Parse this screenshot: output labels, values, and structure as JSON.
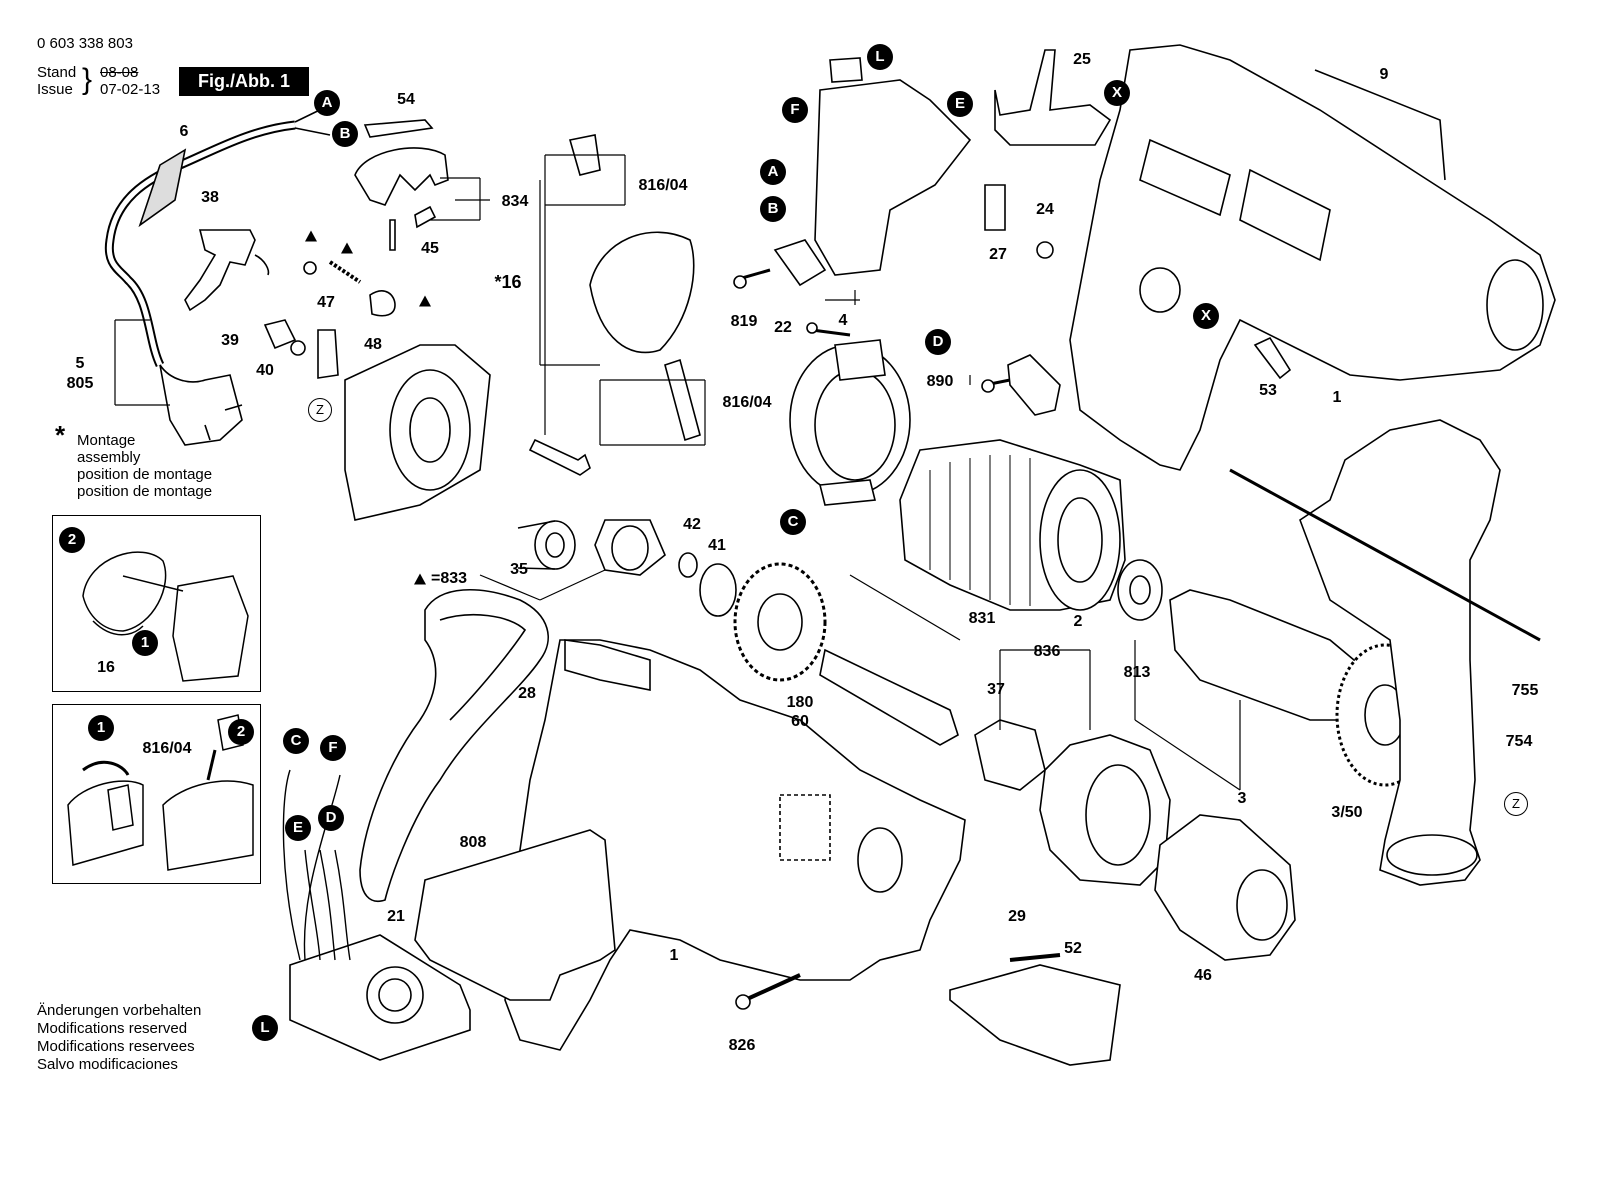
{
  "header": {
    "part_number": "0 603 338 803",
    "stand_label": "Stand",
    "stand_date": "08-08",
    "issue_label": "Issue",
    "issue_date": "07-02-13",
    "figure_label": "Fig./Abb. 1"
  },
  "montage_note": {
    "symbol": "*",
    "lines": [
      "Montage",
      "assembly",
      "position de montage",
      "position de montage"
    ]
  },
  "modifications_note": {
    "lines": [
      "Änderungen vorbehalten",
      "Modifications reserved",
      "Modifications reservees",
      "Salvo modificaciones"
    ]
  },
  "part_numbers": {
    "p1a": "1",
    "p1b": "1",
    "p2": "2",
    "p3": "3",
    "p3_50": "3/50",
    "p4": "4",
    "p5": "5",
    "p805": "805",
    "p6": "6",
    "p9": "9",
    "p16": "16",
    "p16_star": "*16",
    "p21": "21",
    "p22": "22",
    "p24": "24",
    "p25": "25",
    "p27": "27",
    "p28": "28",
    "p29": "29",
    "p35": "35",
    "p37": "37",
    "p38": "38",
    "p39": "39",
    "p40": "40",
    "p41": "41",
    "p42": "42",
    "p45": "45",
    "p46": "46",
    "p47": "47",
    "p48": "48",
    "p52": "52",
    "p53": "53",
    "p54": "54",
    "p180": "180",
    "p60": "60",
    "p754": "754",
    "p755": "755",
    "p808": "808",
    "p813": "813",
    "p816a": "816/04",
    "p816b": "816/04",
    "p816c": "816/04",
    "p819": "819",
    "p826": "826",
    "p831": "831",
    "p833": "=833",
    "p834": "834",
    "p836": "836",
    "p890": "890"
  },
  "connector_letters": {
    "A1": "A",
    "B1": "B",
    "A2": "A",
    "B2": "B",
    "C1": "C",
    "C2": "C",
    "D1": "D",
    "D2": "D",
    "E1": "E",
    "E2": "E",
    "F1": "F",
    "F2": "F",
    "L1": "L",
    "L2": "L",
    "X1": "X",
    "X2": "X"
  },
  "inset_steps": {
    "s1a": "1",
    "s2a": "2",
    "s1b": "1",
    "s2b": "2"
  },
  "z_marks": {
    "z1": "Z",
    "z2": "Z"
  }
}
